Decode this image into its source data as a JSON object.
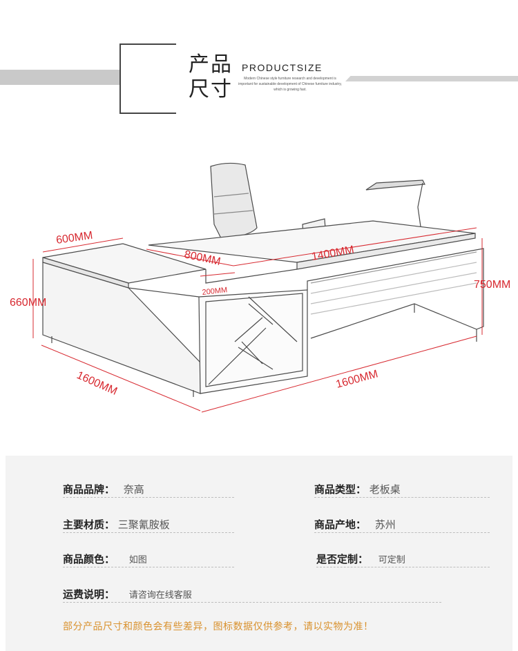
{
  "header": {
    "cn_line1": "产品",
    "cn_line2": "尺寸",
    "en_title": "PRODUCTSIZE",
    "en_sub": "Modern Chinese style furniture research and development is important for sustainable development of Chinese furniture industry, which is growing fast."
  },
  "dimensions": {
    "side_depth": "600MM",
    "return_width": "800MM",
    "desk_width": "1400MM",
    "height_right": "750MM",
    "height_left": "660MM",
    "cabinet_depth": "200MM",
    "side_length": "1600MM",
    "front_length": "1600MM"
  },
  "specs": {
    "brand_label": "商品品牌：",
    "brand_value": "奈高",
    "type_label": "商品类型：",
    "type_value": "老板桌",
    "material_label": "主要材质：",
    "material_value": "三聚氰胺板",
    "origin_label": "商品产地：",
    "origin_value": "苏州",
    "color_label": "商品颜色：",
    "color_value": "如图",
    "custom_label": "是否定制：",
    "custom_value": "可定制",
    "shipping_label": "运费说明：",
    "shipping_value": "请咨询在线客服"
  },
  "note": "部分产品尺寸和颜色会有些差异，图标数据仅供参考，请以实物为准！",
  "colors": {
    "dimension_red": "#d7282f",
    "note_orange": "#d9912d",
    "panel_bg": "#f3f3f3"
  }
}
